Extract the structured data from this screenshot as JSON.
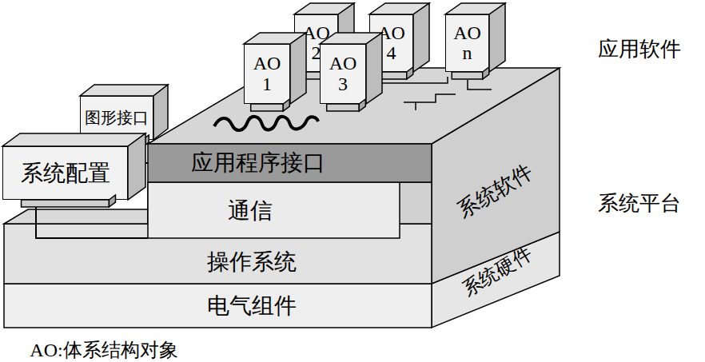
{
  "diagram": {
    "nodes": [
      {
        "text": [
          "AO 1"
        ]
      },
      {
        "text": [
          "AO 2"
        ]
      },
      {
        "text": [
          "AO 3"
        ]
      },
      {
        "text": [
          "AO 4"
        ]
      },
      {
        "text": [
          "AO n"
        ]
      },
      {
        "text": [
          "图形接口"
        ]
      },
      {
        "text": [
          "系统配置"
        ]
      },
      {
        "text": [
          "应用程序接口"
        ]
      },
      {
        "text": [
          "通信"
        ]
      },
      {
        "text": [
          "操作系统"
        ]
      },
      {
        "text": [
          "电气组件"
        ]
      }
    ],
    "edges": [
      {
        "from": 6,
        "to": 7,
        "arrow": "none"
      },
      {
        "from": 6,
        "to": 8,
        "arrow": "none"
      }
    ],
    "labels": [
      "应用软件",
      "系统平台",
      "系统软件",
      "系统硬件",
      "AO:体系结构对象"
    ]
  }
}
